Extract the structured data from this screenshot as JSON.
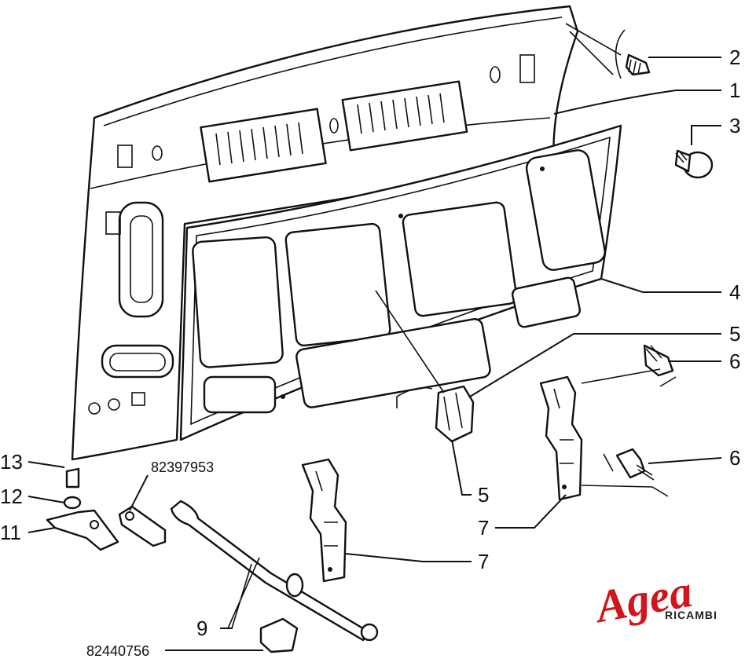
{
  "callouts": [
    {
      "id": "c1",
      "text": "1"
    },
    {
      "id": "c2",
      "text": "2"
    },
    {
      "id": "c3",
      "text": "3"
    },
    {
      "id": "c4",
      "text": "4"
    },
    {
      "id": "c5a",
      "text": "5"
    },
    {
      "id": "c5b",
      "text": "5"
    },
    {
      "id": "c6a",
      "text": "6"
    },
    {
      "id": "c6b",
      "text": "6"
    },
    {
      "id": "c7a",
      "text": "7"
    },
    {
      "id": "c7b",
      "text": "7"
    },
    {
      "id": "c9",
      "text": "9"
    },
    {
      "id": "c11",
      "text": "11"
    },
    {
      "id": "c12",
      "text": "12"
    },
    {
      "id": "c13",
      "text": "13"
    }
  ],
  "part_numbers": {
    "rod_end": "82397953",
    "clip": "82440756"
  },
  "brand": {
    "name": "Agea",
    "sub": "RICAMBI",
    "color": "#d0161c"
  }
}
